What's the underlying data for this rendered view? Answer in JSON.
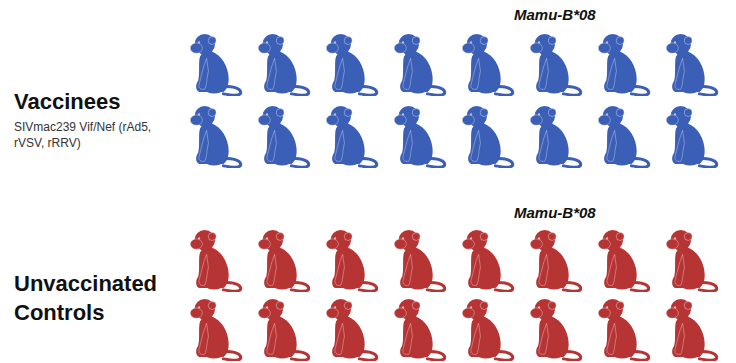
{
  "diagram": {
    "labels": [
      "Mamu-B*08",
      "Vaccinees",
      "SIVmac239 Vif/Nef (rAd5, rVSV, rRRV)",
      "Mamu-B*08",
      "Unvaccinated Controls"
    ]
  }
}
